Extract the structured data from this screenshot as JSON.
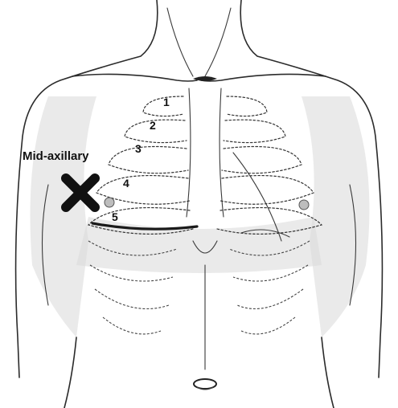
{
  "labels": {
    "mid_axillary": "Mid-axillary",
    "ribs": [
      "1",
      "2",
      "3",
      "4",
      "5"
    ]
  },
  "marker": {
    "color": "#111111"
  }
}
